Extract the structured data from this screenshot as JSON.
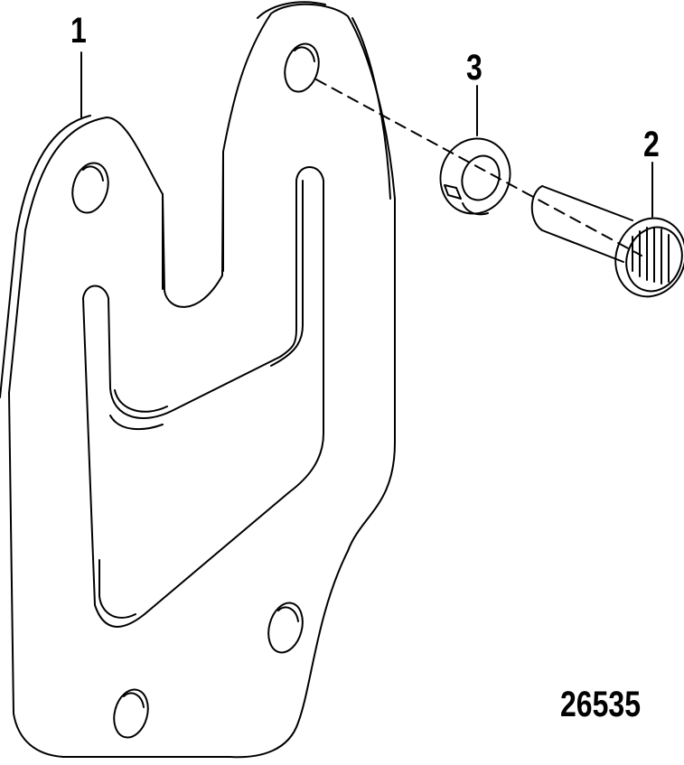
{
  "callouts": {
    "part1": "1",
    "part2": "2",
    "part3": "3"
  },
  "figure_number": "26535",
  "colors": {
    "line": "#000000",
    "fill": "#ffffff"
  }
}
